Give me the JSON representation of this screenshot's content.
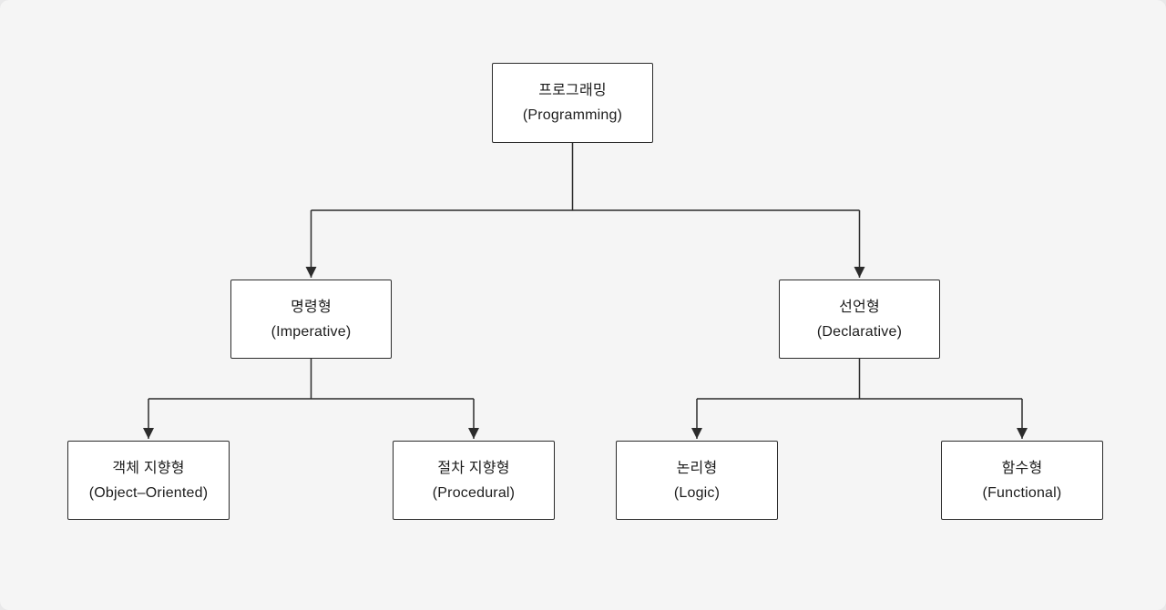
{
  "page": {
    "background_color": "#f5f5f5",
    "box_fill_color": "#ffffff",
    "line_color": "#2b2b2b",
    "text_color": "#1c1c1c"
  },
  "diagram": {
    "type": "tree",
    "nodes": {
      "root": {
        "ko": "프로그래밍",
        "en": "(Programming)"
      },
      "imperative": {
        "ko": "명령형",
        "en": "(Imperative)"
      },
      "declarative": {
        "ko": "선언형",
        "en": "(Declarative)"
      },
      "oop": {
        "ko": "객체 지향형",
        "en": "(Object–Oriented)"
      },
      "procedural": {
        "ko": "절차 지향형",
        "en": "(Procedural)"
      },
      "logic": {
        "ko": "논리형",
        "en": "(Logic)"
      },
      "functional": {
        "ko": "함수형",
        "en": "(Functional)"
      }
    },
    "edges": [
      {
        "from": "root",
        "to": "imperative"
      },
      {
        "from": "root",
        "to": "declarative"
      },
      {
        "from": "imperative",
        "to": "oop"
      },
      {
        "from": "imperative",
        "to": "procedural"
      },
      {
        "from": "declarative",
        "to": "logic"
      },
      {
        "from": "declarative",
        "to": "functional"
      }
    ]
  }
}
